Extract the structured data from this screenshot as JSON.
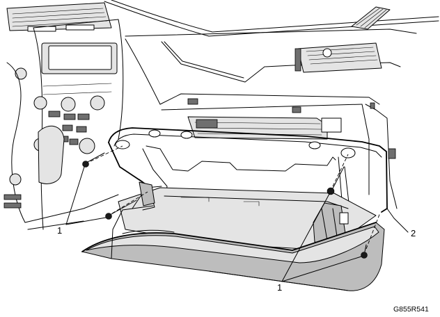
{
  "callouts": {
    "fastener_left": "1",
    "fastener_bottom": "1",
    "compartment": "2"
  },
  "figure_code": "G855R541",
  "colors": {
    "line": "#000000",
    "shade": "#bdbdbd",
    "light_fill": "#e4e4e4",
    "background": "#ffffff"
  }
}
